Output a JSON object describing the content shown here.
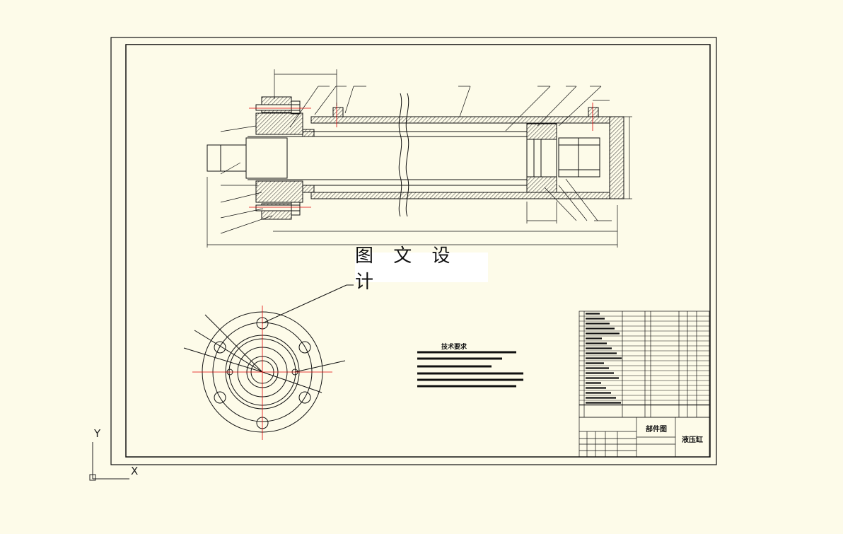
{
  "watermark_text": "图 文 设 计",
  "ucs": {
    "x_label": "X",
    "y_label": "Y"
  },
  "technical_notes": {
    "title": "技术要求"
  },
  "title_block": {
    "drawing_type": "部件图",
    "part_name": "液压缸"
  },
  "colors": {
    "background": "#fdfbe9",
    "lines": "#111111",
    "centerlines": "#e00000",
    "hatch": "#333333"
  }
}
